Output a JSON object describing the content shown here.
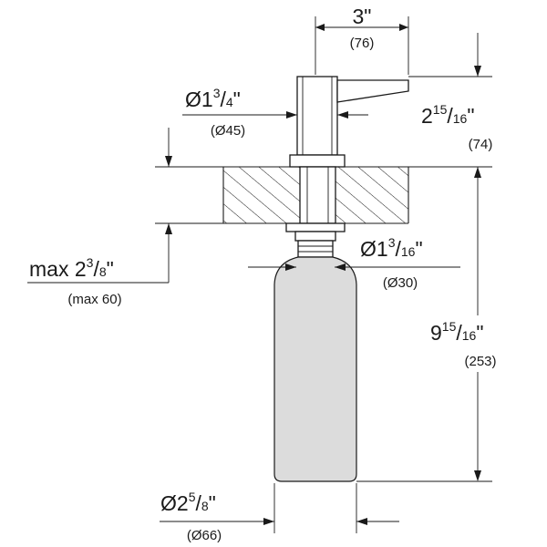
{
  "dimensions": {
    "width_top": {
      "main": "3\"",
      "sub": "(76)"
    },
    "head_diameter": {
      "prefix": "Ø1",
      "num": "3",
      "den": "4",
      "unit": "\"",
      "sub": "(Ø45)"
    },
    "head_height": {
      "prefix": "2",
      "num": "15",
      "den": "16",
      "unit": "\"",
      "sub": "(74)"
    },
    "counter_thickness": {
      "prefix": "max 2",
      "num": "3",
      "den": "8",
      "unit": "\"",
      "sub": "(max 60)"
    },
    "shank_diameter": {
      "prefix": "Ø1",
      "num": "3",
      "den": "16",
      "unit": "\"",
      "sub": "(Ø30)"
    },
    "total_length": {
      "prefix": "9",
      "num": "15",
      "den": "16",
      "unit": "\"",
      "sub": "(253)"
    },
    "bottle_diameter": {
      "prefix": "Ø2",
      "num": "5",
      "den": "8",
      "unit": "\"",
      "sub": "(Ø66)"
    }
  },
  "colors": {
    "line": "#1a1a1a",
    "bottle_fill": "#dcdcdc",
    "background": "#ffffff"
  }
}
